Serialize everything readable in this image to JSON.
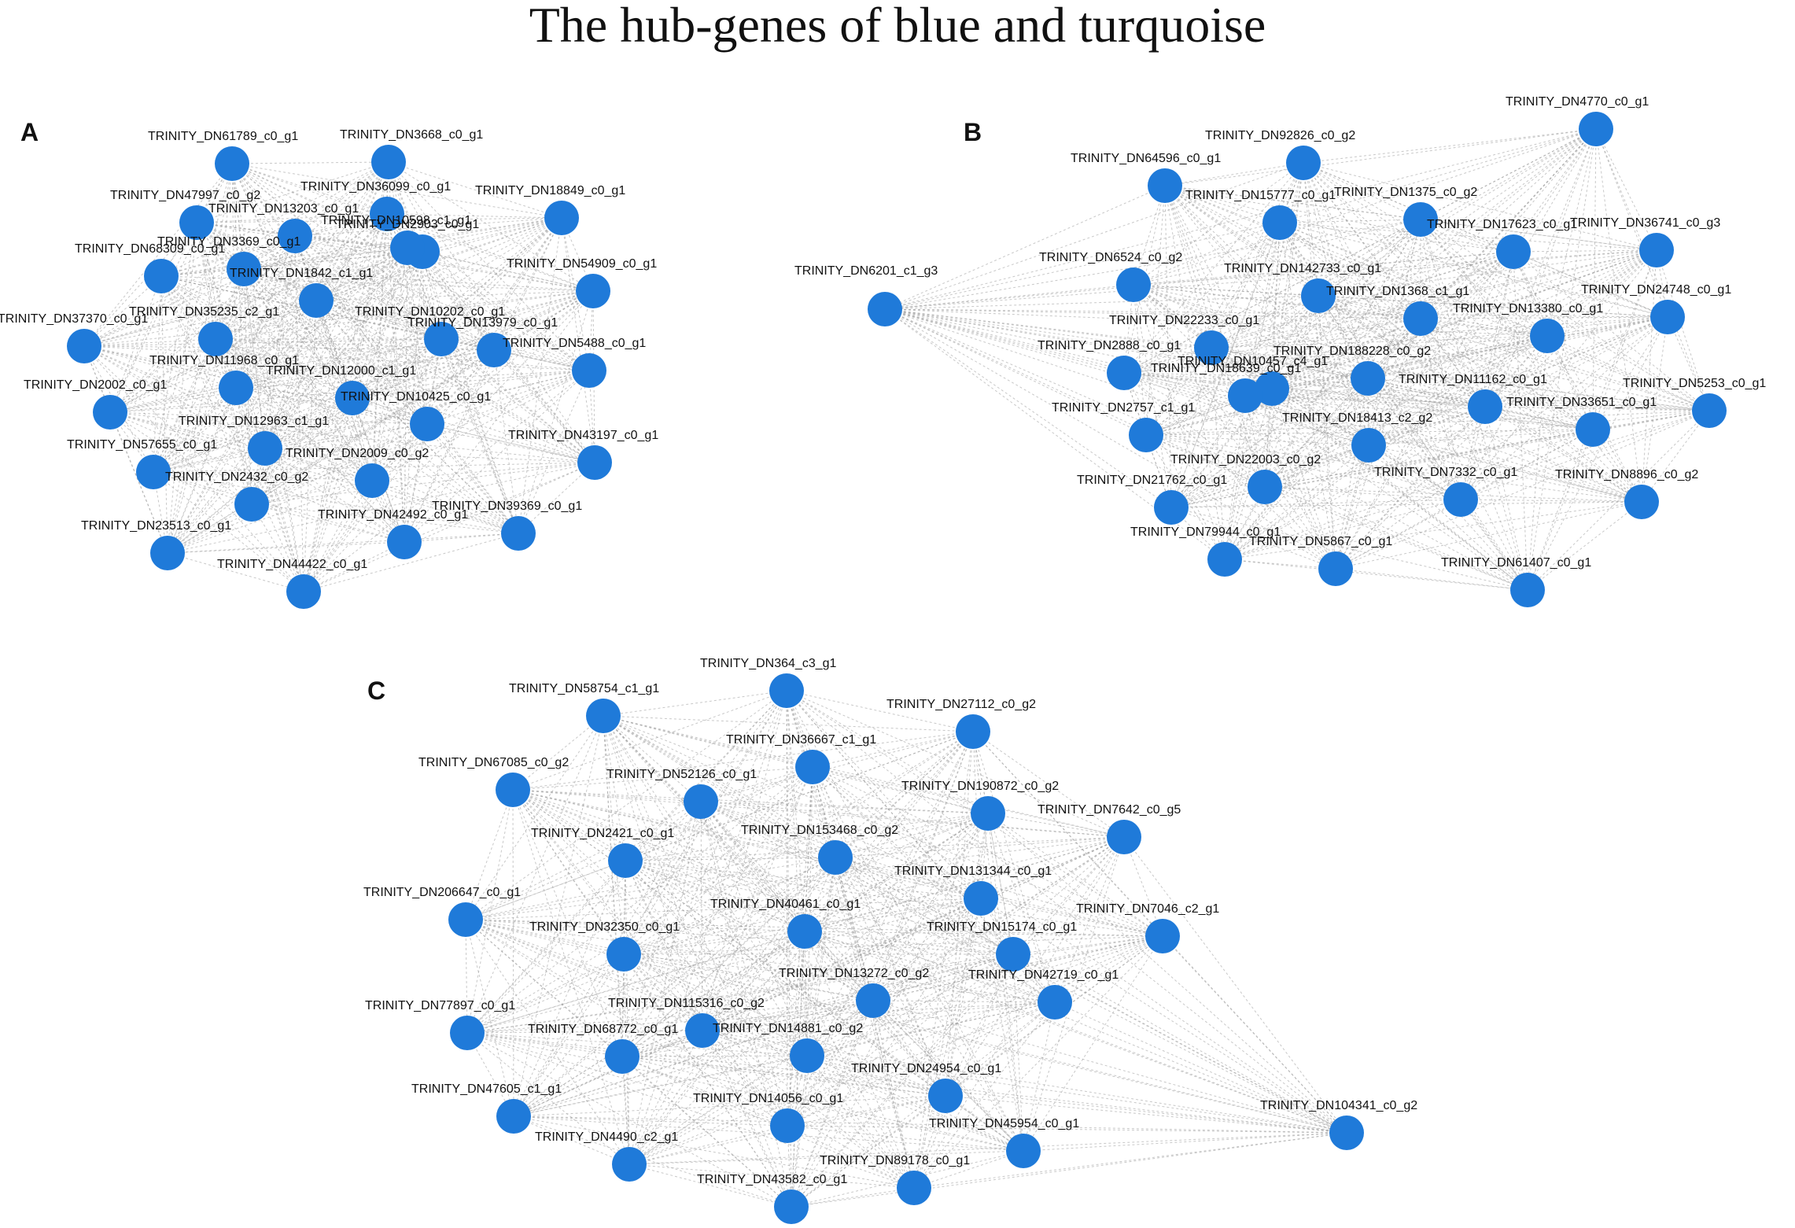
{
  "title": "The hub-genes of blue and turquoise",
  "colors": {
    "node": "#1f7ad9",
    "edge": "#9a9a9a",
    "text": "#111111"
  },
  "panels": [
    {
      "id": "A",
      "label": "A",
      "nodes": [
        "TRINITY_DN61789_c0_g1",
        "TRINITY_DN3668_c0_g1",
        "TRINITY_DN47997_c0_g2",
        "TRINITY_DN36099_c0_g1",
        "TRINITY_DN13203_c0_g1",
        "TRINITY_DN18849_c0_g1",
        "TRINITY_DN2903_c0_g1",
        "TRINITY_DN3369_c0_g1",
        "TRINITY_DN68309_c0_g1",
        "TRINITY_DN10598_c1_g1",
        "TRINITY_DN1842_c1_g1",
        "TRINITY_DN54909_c0_g1",
        "TRINITY_DN37370_c0_g1",
        "TRINITY_DN35235_c2_g1",
        "TRINITY_DN10202_c0_g1",
        "TRINITY_DN13979_c0_g1",
        "TRINITY_DN5488_c0_g1",
        "TRINITY_DN11968_c0_g1",
        "TRINITY_DN12000_c1_g1",
        "TRINITY_DN2002_c0_g1",
        "TRINITY_DN10425_c0_g1",
        "TRINITY_DN12963_c1_g1",
        "TRINITY_DN57655_c0_g1",
        "TRINITY_DN43197_c0_g1",
        "TRINITY_DN2009_c0_g2",
        "TRINITY_DN2432_c0_g2",
        "TRINITY_DN39369_c0_g1",
        "TRINITY_DN42492_c0_g1",
        "TRINITY_DN23513_c0_g1",
        "TRINITY_DN44422_c0_g1"
      ]
    },
    {
      "id": "B",
      "label": "B",
      "nodes": [
        "TRINITY_DN4770_c0_g1",
        "TRINITY_DN92826_c0_g2",
        "TRINITY_DN64596_c0_g1",
        "TRINITY_DN15777_c0_g1",
        "TRINITY_DN1375_c0_g2",
        "TRINITY_DN17623_c0_g1",
        "TRINITY_DN36741_c0_g3",
        "TRINITY_DN6524_c0_g2",
        "TRINITY_DN142733_c0_g1",
        "TRINITY_DN6201_c1_g3",
        "TRINITY_DN1368_c1_g1",
        "TRINITY_DN24748_c0_g1",
        "TRINITY_DN22233_c0_g1",
        "TRINITY_DN13380_c0_g1",
        "TRINITY_DN2888_c0_g1",
        "TRINITY_DN188228_c0_g2",
        "TRINITY_DN10457_c4_g1",
        "TRINITY_DN11162_c0_g1",
        "TRINITY_DN18639_c0_g1",
        "TRINITY_DN5253_c0_g1",
        "TRINITY_DN2757_c1_g1",
        "TRINITY_DN18413_c2_g2",
        "TRINITY_DN33651_c0_g1",
        "TRINITY_DN22003_c0_g2",
        "TRINITY_DN7332_c0_g1",
        "TRINITY_DN8896_c0_g2",
        "TRINITY_DN21762_c0_g1",
        "TRINITY_DN79944_c0_g1",
        "TRINITY_DN5867_c0_g1",
        "TRINITY_DN61407_c0_g1"
      ]
    },
    {
      "id": "C",
      "label": "C",
      "nodes": [
        "TRINITY_DN364_c3_g1",
        "TRINITY_DN58754_c1_g1",
        "TRINITY_DN27112_c0_g2",
        "TRINITY_DN36667_c1_g1",
        "TRINITY_DN67085_c0_g2",
        "TRINITY_DN52126_c0_g1",
        "TRINITY_DN190872_c0_g2",
        "TRINITY_DN7642_c0_g5",
        "TRINITY_DN2421_c0_g1",
        "TRINITY_DN153468_c0_g2",
        "TRINITY_DN131344_c0_g1",
        "TRINITY_DN206647_c0_g1",
        "TRINITY_DN40461_c0_g1",
        "TRINITY_DN7046_c2_g1",
        "TRINITY_DN32350_c0_g1",
        "TRINITY_DN15174_c0_g1",
        "TRINITY_DN13272_c0_g2",
        "TRINITY_DN42719_c0_g1",
        "TRINITY_DN77897_c0_g1",
        "TRINITY_DN115316_c0_g2",
        "TRINITY_DN68772_c0_g1",
        "TRINITY_DN14881_c0_g2",
        "TRINITY_DN24954_c0_g1",
        "TRINITY_DN47605_c1_g1",
        "TRINITY_DN14056_c0_g1",
        "TRINITY_DN104341_c0_g2",
        "TRINITY_DN4490_c2_g1",
        "TRINITY_DN45954_c0_g1",
        "TRINITY_DN89178_c0_g1",
        "TRINITY_DN43582_c0_g1"
      ]
    }
  ]
}
